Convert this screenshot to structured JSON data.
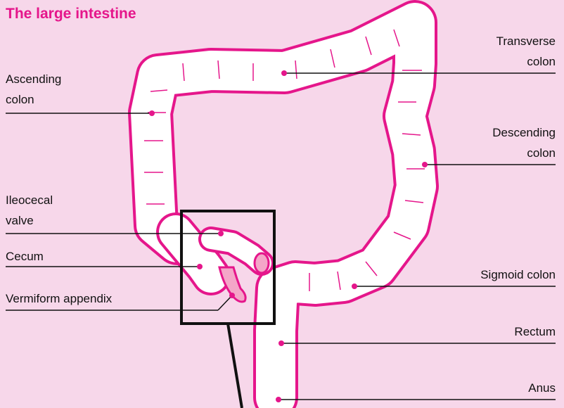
{
  "title": "The large intestine",
  "labels": {
    "ascending": [
      "Ascending",
      "colon"
    ],
    "transverse": [
      "Transverse",
      "colon"
    ],
    "descending": [
      "Descending",
      "colon"
    ],
    "ileocecal": [
      "Ileocecal",
      "valve"
    ],
    "cecum": "Cecum",
    "appendix": "Vermiform appendix",
    "sigmoid": "Sigmoid colon",
    "rectum": "Rectum",
    "anus": "Anus"
  },
  "colors": {
    "background": "#f7d7ea",
    "organ_outline": "#e5168b",
    "organ_fill": "#ffffff",
    "appendix_fill": "#f4a6c8",
    "title": "#e5168b",
    "leader": "#111111"
  }
}
